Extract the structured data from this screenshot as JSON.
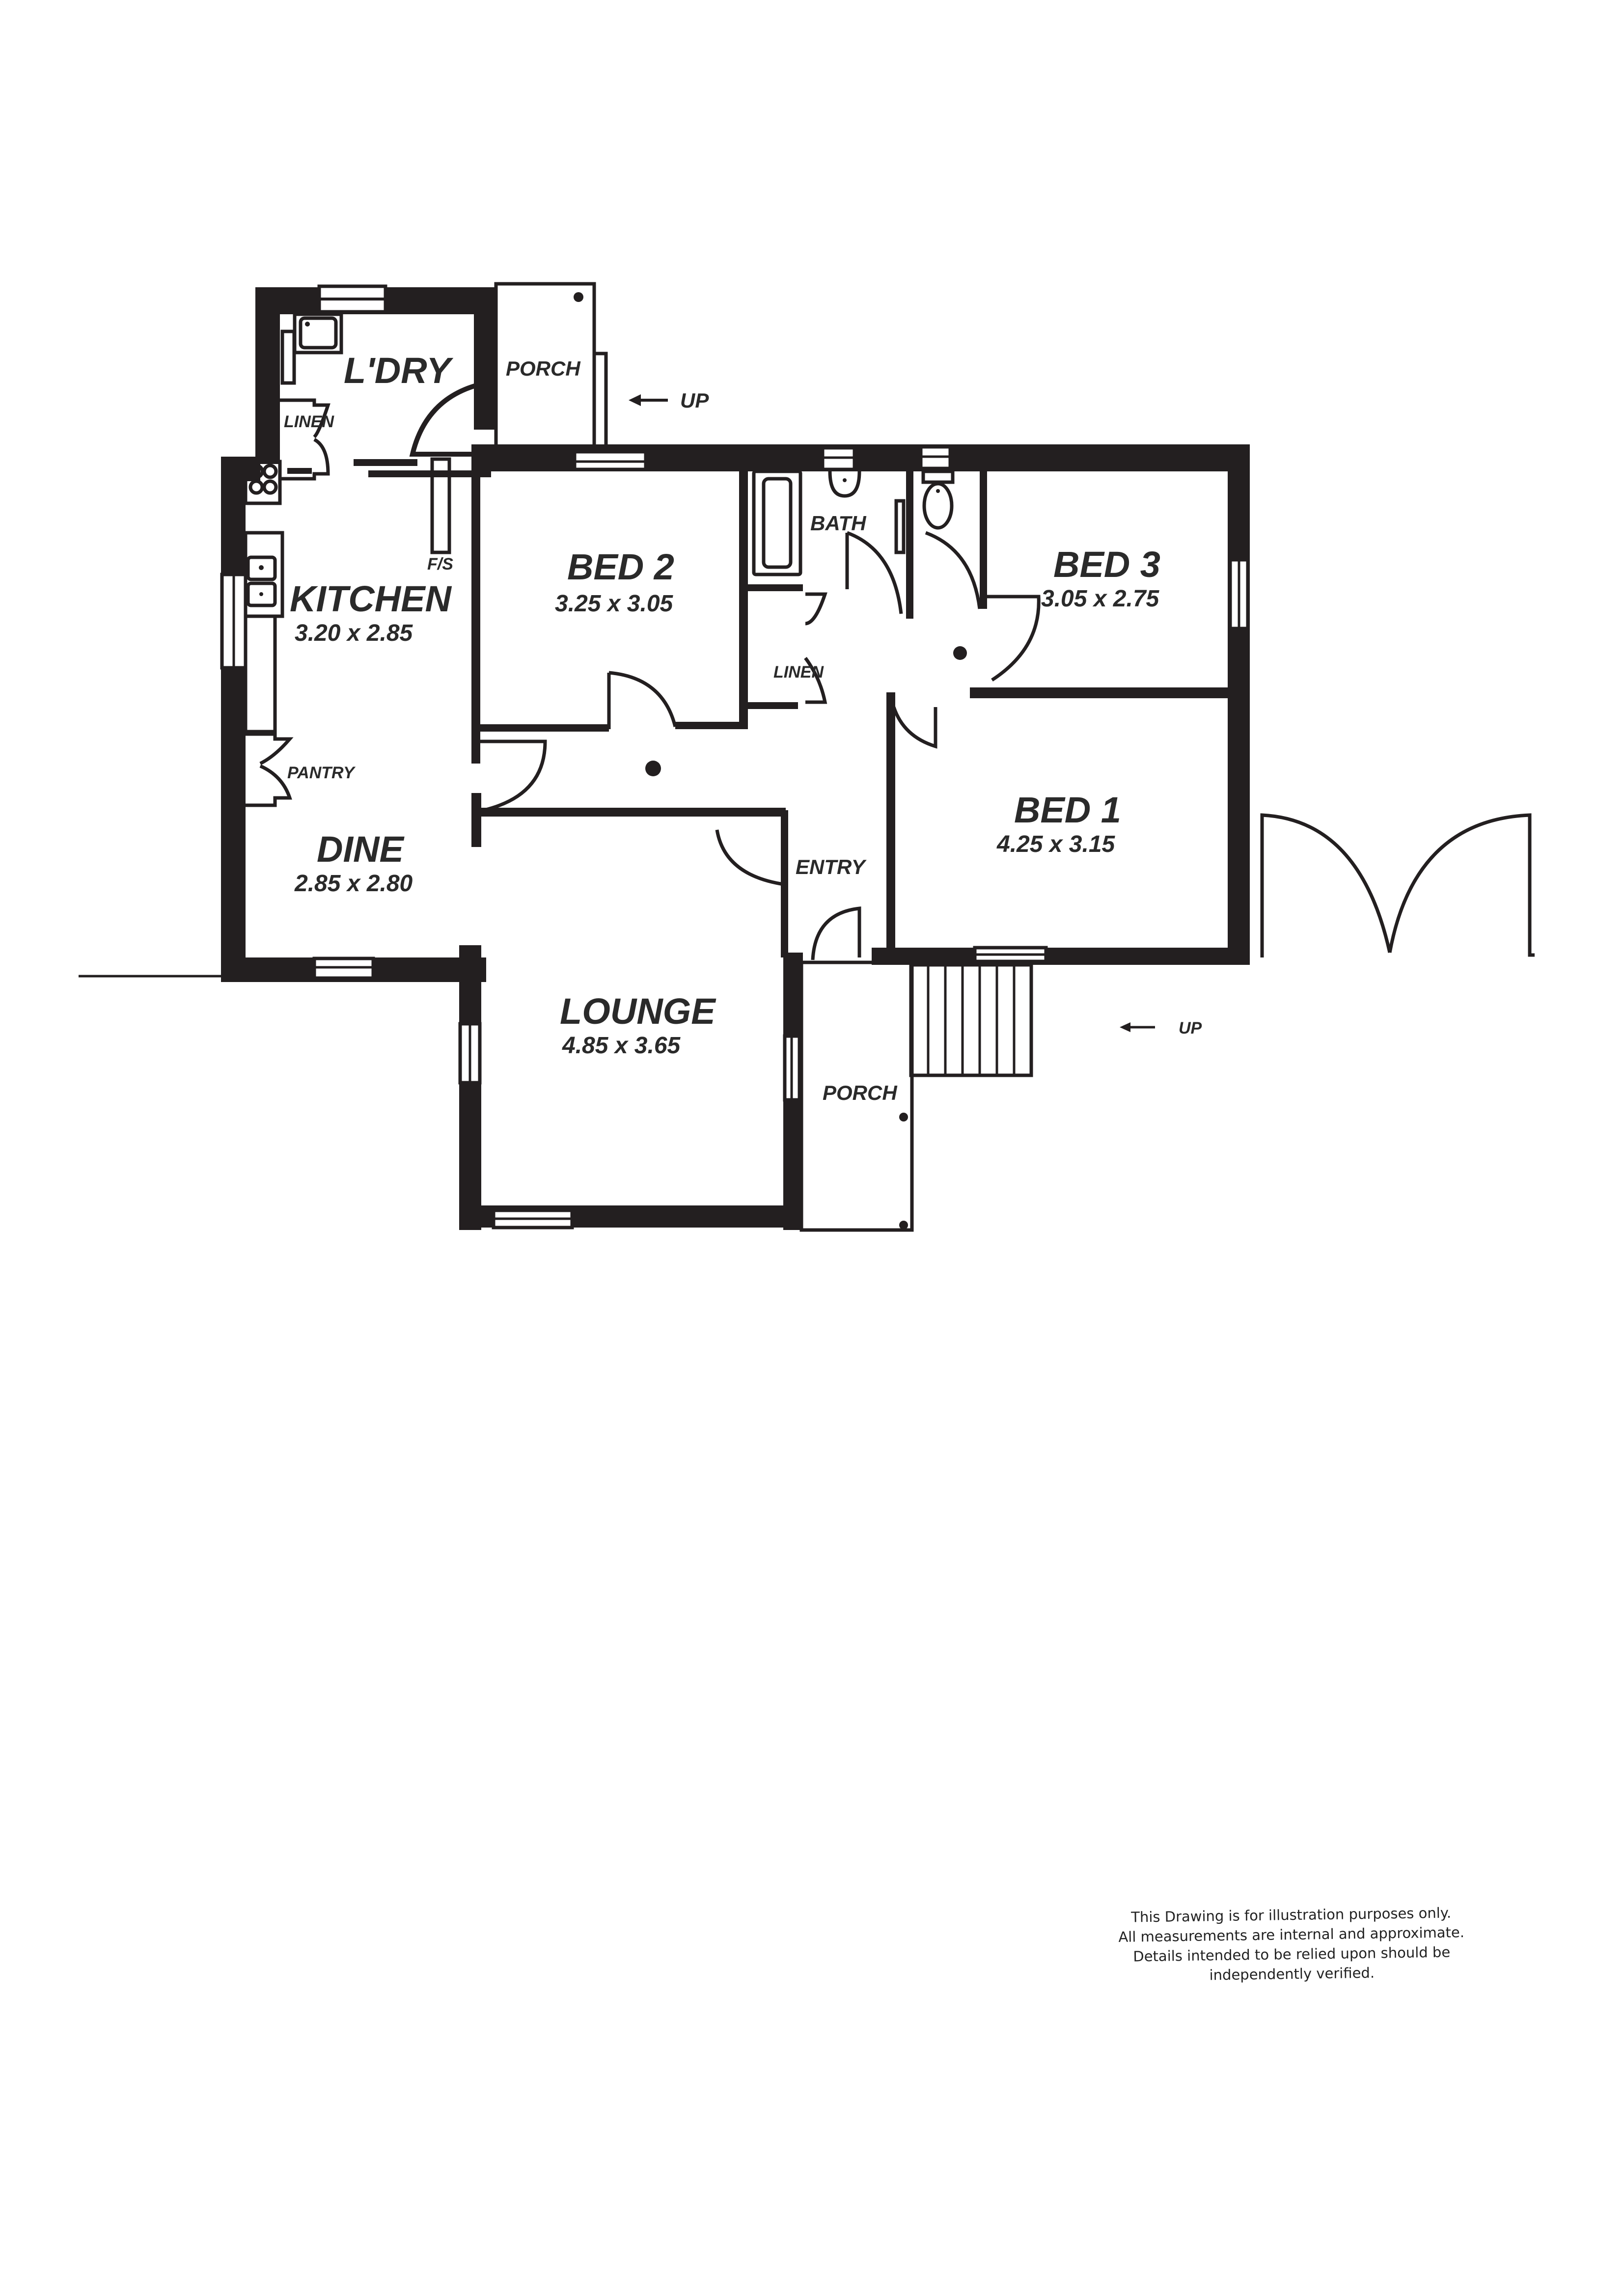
{
  "floorplan": {
    "rooms": [
      {
        "id": "laundry",
        "label": "L'DRY",
        "dimensions": ""
      },
      {
        "id": "rear-porch",
        "label": "PORCH",
        "dimensions": ""
      },
      {
        "id": "kitchen",
        "label": "KITCHEN",
        "dimensions": "3.20 x 2.85"
      },
      {
        "id": "bed2",
        "label": "BED 2",
        "dimensions": "3.25 x 3.05"
      },
      {
        "id": "bath",
        "label": "BATH",
        "dimensions": ""
      },
      {
        "id": "bed3",
        "label": "BED 3",
        "dimensions": "3.05 x 2.75"
      },
      {
        "id": "dine",
        "label": "DINE",
        "dimensions": "2.85 x 2.80"
      },
      {
        "id": "bed1",
        "label": "BED 1",
        "dimensions": "4.25 x 3.15"
      },
      {
        "id": "entry",
        "label": "ENTRY",
        "dimensions": ""
      },
      {
        "id": "lounge",
        "label": "LOUNGE",
        "dimensions": "4.85 x 3.65"
      },
      {
        "id": "front-porch",
        "label": "PORCH",
        "dimensions": ""
      }
    ],
    "fixtures": {
      "linen_laundry": "LINEN",
      "linen_hall": "LINEN",
      "pantry": "PANTRY",
      "fridge_space": "F/S"
    },
    "stairs": {
      "rear_up": "UP",
      "front_up": "UP"
    }
  },
  "disclaimer": {
    "lines": [
      "This Drawing is for illustration purposes only.",
      "All measurements are internal and  approximate.",
      "Details intended to be relied upon should be",
      "independently verified."
    ]
  }
}
